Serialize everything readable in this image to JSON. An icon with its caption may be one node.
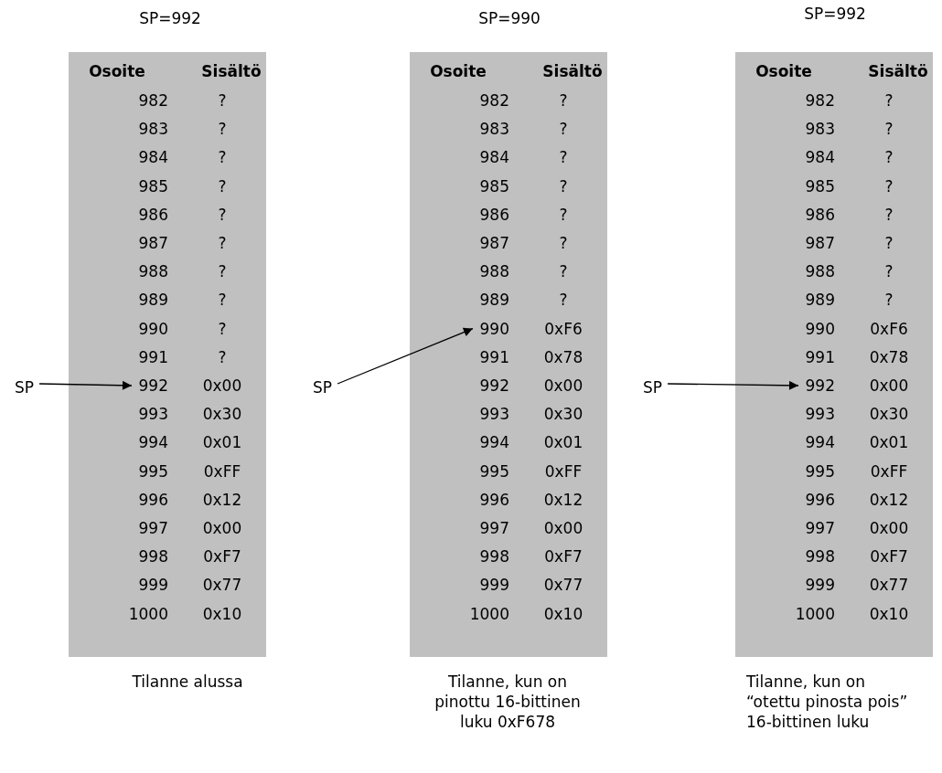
{
  "diagram": {
    "nodes": [
      {
        "text": [
          "SP"
        ]
      },
      {
        "text": [],
        "shape": "box",
        "beside": [
          "SP=992",
          "Tilanne alussa"
        ]
      },
      {
        "text": [
          "992"
        ],
        "in": 1
      },
      {
        "text": [
          "SP"
        ]
      },
      {
        "text": [],
        "shape": "box",
        "beside": [
          "SP=990",
          "Tilanne, kun on pinottu 16-bittinen luku 0xF678"
        ]
      },
      {
        "text": [
          "990"
        ],
        "in": 4
      },
      {
        "text": [
          "SP"
        ]
      },
      {
        "text": [],
        "shape": "box",
        "beside": [
          "SP=992",
          "Tilanne, kun on “otettu pinosta pois” 16-bittinen luku"
        ]
      },
      {
        "text": [
          "992"
        ],
        "in": 7
      }
    ],
    "edges": [
      {
        "from": 0,
        "to": 2,
        "arrow": "to"
      },
      {
        "from": 3,
        "to": 5,
        "arrow": "to"
      },
      {
        "from": 6,
        "to": 8,
        "arrow": "to"
      }
    ],
    "labels": [
      "Osoite",
      "Sisältö",
      "982",
      "?",
      "983",
      "?",
      "984",
      "?",
      "985",
      "?",
      "986",
      "?",
      "987",
      "?",
      "988",
      "?",
      "989",
      "?",
      "990",
      "?",
      "991",
      "?",
      "0x00",
      "993",
      "0x30",
      "994",
      "0x01",
      "995",
      "0xFF",
      "996",
      "0x12",
      "997",
      "0x00",
      "998",
      "0xF7",
      "999",
      "0x77",
      "1000",
      "0x10",
      "Osoite",
      "Sisältö",
      "982",
      "?",
      "983",
      "?",
      "984",
      "?",
      "985",
      "?",
      "986",
      "?",
      "987",
      "?",
      "988",
      "?",
      "989",
      "?",
      "0xF6",
      "991",
      "0x78",
      "992",
      "0x00",
      "993",
      "0x30",
      "994",
      "0x01",
      "995",
      "0xFF",
      "996",
      "0x12",
      "997",
      "0x00",
      "998",
      "0xF7",
      "999",
      "0x77",
      "1000",
      "0x10",
      "Osoite",
      "Sisältö",
      "982",
      "?",
      "983",
      "?",
      "984",
      "?",
      "985",
      "?",
      "986",
      "?",
      "987",
      "?",
      "988",
      "?",
      "989",
      "?",
      "990",
      "0xF6",
      "991",
      "0x78",
      "0x00",
      "993",
      "0x30",
      "994",
      "0x01",
      "995",
      "0xFF",
      "996",
      "0x12",
      "997",
      "0x00",
      "998",
      "0xF7",
      "999",
      "0x77",
      "1000",
      "0x10"
    ]
  }
}
